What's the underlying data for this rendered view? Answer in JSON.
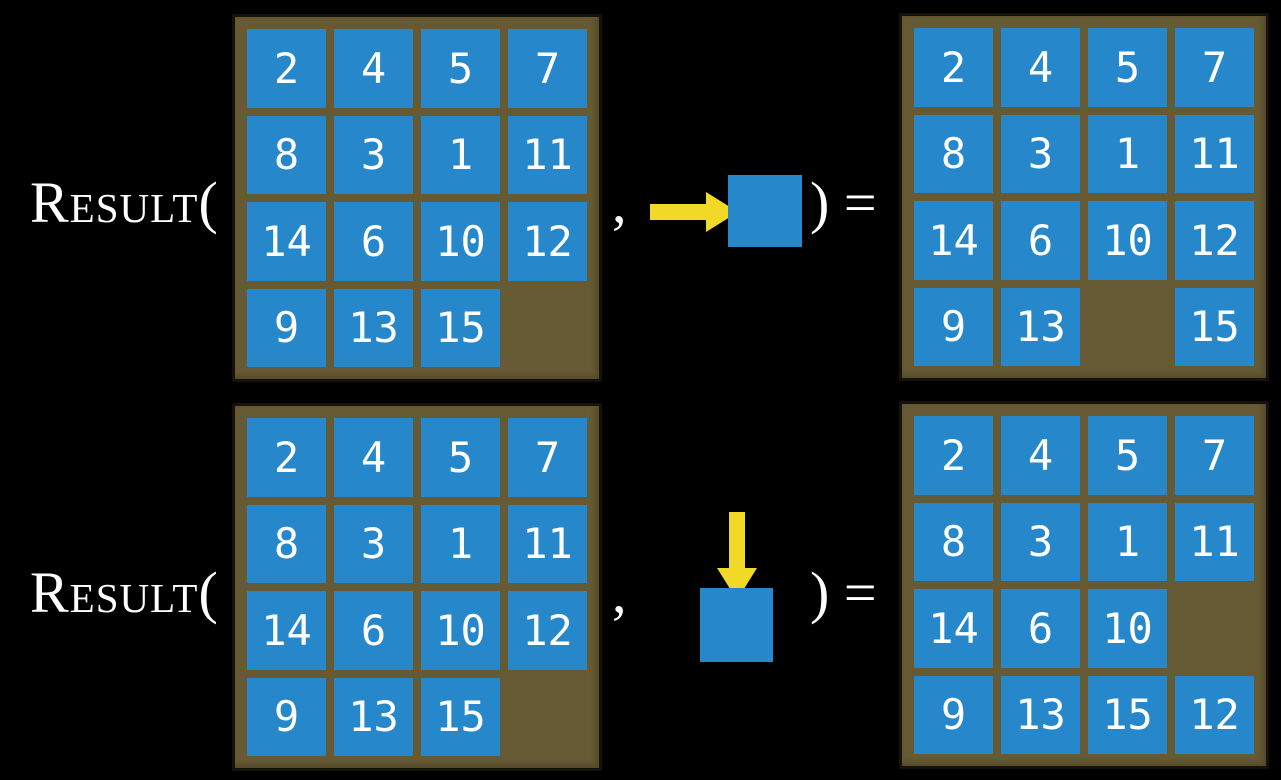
{
  "colors": {
    "background": "#000000",
    "board_frame": "#655a34",
    "tile_blue": "#2688cb",
    "tile_number": "#ffffff",
    "arrow_yellow": "#f2d928",
    "formula_text": "#ffffff"
  },
  "rows": [
    {
      "function_open": "Result(",
      "comma": ",",
      "close": ") =",
      "action": {
        "icon": "arrow-right-icon",
        "direction": "right"
      },
      "input_grid": [
        [
          2,
          4,
          5,
          7
        ],
        [
          8,
          3,
          1,
          11
        ],
        [
          14,
          6,
          10,
          12
        ],
        [
          9,
          13,
          15,
          null
        ]
      ],
      "output_grid": [
        [
          2,
          4,
          5,
          7
        ],
        [
          8,
          3,
          1,
          11
        ],
        [
          14,
          6,
          10,
          12
        ],
        [
          9,
          13,
          null,
          15
        ]
      ]
    },
    {
      "function_open": "Result(",
      "comma": ",",
      "close": ") =",
      "action": {
        "icon": "arrow-down-icon",
        "direction": "down"
      },
      "input_grid": [
        [
          2,
          4,
          5,
          7
        ],
        [
          8,
          3,
          1,
          11
        ],
        [
          14,
          6,
          10,
          12
        ],
        [
          9,
          13,
          15,
          null
        ]
      ],
      "output_grid": [
        [
          2,
          4,
          5,
          7
        ],
        [
          8,
          3,
          1,
          11
        ],
        [
          14,
          6,
          10,
          null
        ],
        [
          9,
          13,
          15,
          12
        ]
      ]
    }
  ]
}
